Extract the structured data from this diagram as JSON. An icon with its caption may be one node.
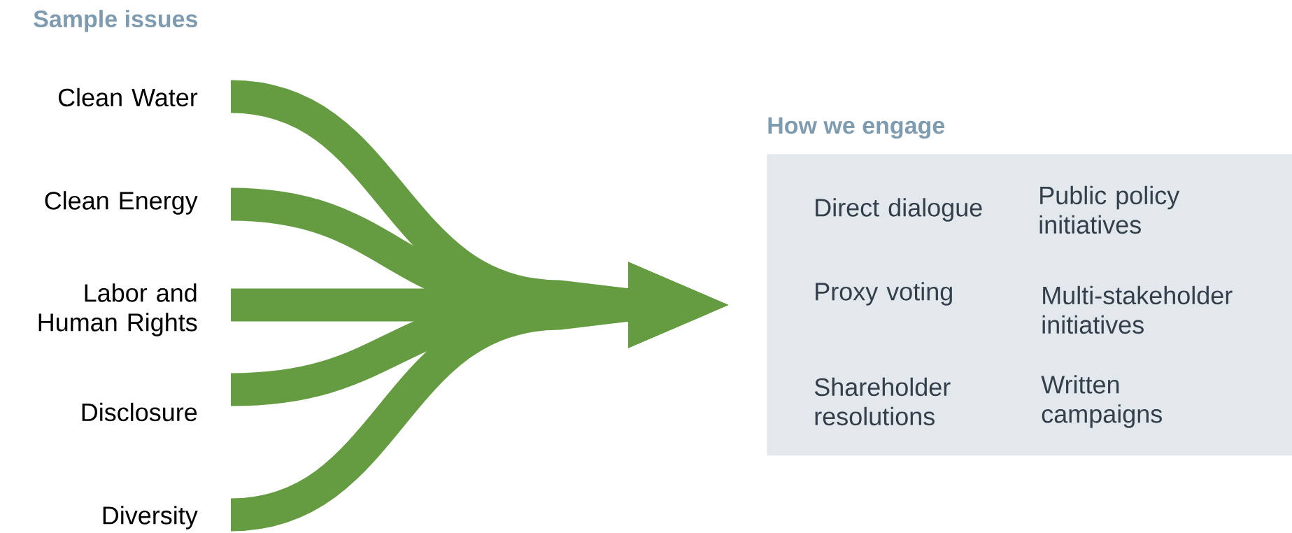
{
  "diagram": {
    "nodes": [
      {
        "text": [
          "Clean Water"
        ]
      },
      {
        "text": [
          "Clean Energy"
        ]
      },
      {
        "text": [
          "Labor and Human Rights"
        ]
      },
      {
        "text": [
          "Disclosure"
        ]
      },
      {
        "text": [
          "Diversity"
        ]
      },
      {
        "text": [
          "How we engage"
        ]
      }
    ],
    "edges": [
      {
        "from": 0,
        "to": 5,
        "arrow": "to"
      },
      {
        "from": 1,
        "to": 5,
        "arrow": "to"
      },
      {
        "from": 2,
        "to": 5,
        "arrow": "to"
      },
      {
        "from": 3,
        "to": 5,
        "arrow": "to"
      },
      {
        "from": 4,
        "to": 5,
        "arrow": "to"
      }
    ],
    "labels": [
      "Sample issues",
      "Direct dialogue",
      "Public policy initiatives",
      "Proxy voting",
      "Multi-stakeholder initiatives",
      "Shareholder resolutions",
      "Written campaigns"
    ]
  }
}
